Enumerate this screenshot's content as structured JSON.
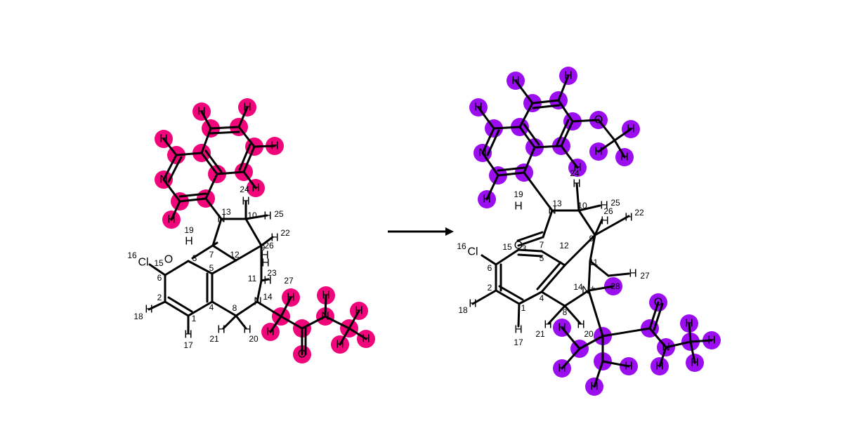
{
  "colors": {
    "reactant_highlight": "#f0067a",
    "product_highlight": "#9b0ef0",
    "bond": "#000000"
  },
  "reactant_text": [
    {
      "key": "N13",
      "text": "N"
    },
    {
      "key": "n13",
      "text": "13"
    },
    {
      "key": "N14",
      "text": "N"
    },
    {
      "key": "n14",
      "text": "14"
    },
    {
      "key": "O19",
      "text": "O"
    },
    {
      "key": "H19",
      "text": "H"
    },
    {
      "key": "n19",
      "text": "19"
    },
    {
      "key": "Cl",
      "text": "Cl"
    },
    {
      "key": "n16",
      "text": "16"
    },
    {
      "key": "n15",
      "text": "15"
    },
    {
      "key": "n3",
      "text": "3"
    },
    {
      "key": "n7",
      "text": "7"
    },
    {
      "key": "n12",
      "text": "12"
    },
    {
      "key": "n5",
      "text": "5"
    },
    {
      "key": "n6",
      "text": "6"
    },
    {
      "key": "n2",
      "text": "2"
    },
    {
      "key": "n4",
      "text": "4"
    },
    {
      "key": "n1",
      "text": "1"
    },
    {
      "key": "n8",
      "text": "8"
    },
    {
      "key": "n11",
      "text": "11"
    },
    {
      "key": "n9",
      "text": "9"
    },
    {
      "key": "n10",
      "text": "10"
    },
    {
      "key": "H10",
      "text": "H"
    },
    {
      "key": "H25",
      "text": "H"
    },
    {
      "key": "n25",
      "text": "25"
    },
    {
      "key": "H22",
      "text": "H"
    },
    {
      "key": "n22",
      "text": "22"
    },
    {
      "key": "n26",
      "text": "26"
    },
    {
      "key": "H26",
      "text": "H"
    },
    {
      "key": "H23",
      "text": "H"
    },
    {
      "key": "n23",
      "text": "23"
    },
    {
      "key": "H27",
      "text": "H"
    },
    {
      "key": "n27",
      "text": "27"
    },
    {
      "key": "H18",
      "text": "H"
    },
    {
      "key": "n18",
      "text": "18"
    },
    {
      "key": "H17",
      "text": "H"
    },
    {
      "key": "n17",
      "text": "17"
    },
    {
      "key": "H21",
      "text": "H"
    },
    {
      "key": "n21",
      "text": "21"
    },
    {
      "key": "H20",
      "text": "H"
    },
    {
      "key": "n20",
      "text": "20"
    },
    {
      "key": "n24",
      "text": "24"
    },
    {
      "key": "H24",
      "text": "H"
    },
    {
      "key": "hN",
      "text": "N"
    },
    {
      "key": "hH1",
      "text": "H"
    },
    {
      "key": "hH2",
      "text": "H"
    },
    {
      "key": "hH3",
      "text": "H"
    },
    {
      "key": "hH4",
      "text": "H"
    },
    {
      "key": "hH5",
      "text": "H"
    },
    {
      "key": "gH1",
      "text": "H"
    },
    {
      "key": "gH2",
      "text": "H"
    },
    {
      "key": "gO",
      "text": "O"
    },
    {
      "key": "gN",
      "text": "N"
    },
    {
      "key": "gH3",
      "text": "H"
    },
    {
      "key": "gH4",
      "text": "H"
    },
    {
      "key": "gH5",
      "text": "H"
    },
    {
      "key": "gH6",
      "text": "H"
    }
  ],
  "product_text": [
    {
      "key": "N13",
      "text": "N"
    },
    {
      "key": "n13",
      "text": "13"
    },
    {
      "key": "N14",
      "text": "N⁺"
    },
    {
      "key": "n14",
      "text": "14"
    },
    {
      "key": "O19",
      "text": "O"
    },
    {
      "key": "H19",
      "text": "H"
    },
    {
      "key": "n19",
      "text": "19"
    },
    {
      "key": "Cl",
      "text": "Cl"
    },
    {
      "key": "n16",
      "text": "16"
    },
    {
      "key": "n15",
      "text": "15"
    },
    {
      "key": "n3",
      "text": "3"
    },
    {
      "key": "n7",
      "text": "7"
    },
    {
      "key": "n12",
      "text": "12"
    },
    {
      "key": "n5",
      "text": "5"
    },
    {
      "key": "n6",
      "text": "6"
    },
    {
      "key": "n2",
      "text": "2"
    },
    {
      "key": "n4",
      "text": "4"
    },
    {
      "key": "n1",
      "text": "1"
    },
    {
      "key": "n8",
      "text": "8"
    },
    {
      "key": "n11",
      "text": "11"
    },
    {
      "key": "n9",
      "text": "9"
    },
    {
      "key": "n10",
      "text": "10"
    },
    {
      "key": "H10",
      "text": "H"
    },
    {
      "key": "n25",
      "text": "25"
    },
    {
      "key": "H26",
      "text": "H"
    },
    {
      "key": "n26",
      "text": "26"
    },
    {
      "key": "H22",
      "text": "H"
    },
    {
      "key": "n22",
      "text": "22"
    },
    {
      "key": "H9",
      "text": "H"
    },
    {
      "key": "H27",
      "text": "H"
    },
    {
      "key": "n27",
      "text": "27"
    },
    {
      "key": "n28",
      "text": "28"
    },
    {
      "key": "H18",
      "text": "H"
    },
    {
      "key": "n18",
      "text": "18"
    },
    {
      "key": "H17",
      "text": "H"
    },
    {
      "key": "n17",
      "text": "17"
    },
    {
      "key": "H21",
      "text": "H"
    },
    {
      "key": "n21",
      "text": "21"
    },
    {
      "key": "H20",
      "text": "H"
    },
    {
      "key": "n20",
      "text": "20"
    },
    {
      "key": "H24",
      "text": "H"
    },
    {
      "key": "n24",
      "text": "24"
    },
    {
      "key": "hN",
      "text": "N"
    },
    {
      "key": "hO",
      "text": "O"
    },
    {
      "key": "hH1",
      "text": "H"
    },
    {
      "key": "hH2",
      "text": "H"
    },
    {
      "key": "hH3",
      "text": "H"
    },
    {
      "key": "hH4",
      "text": "H"
    },
    {
      "key": "hH5",
      "text": "H"
    },
    {
      "key": "hH6",
      "text": "H"
    },
    {
      "key": "hH7",
      "text": "H"
    },
    {
      "key": "hH8",
      "text": "H"
    },
    {
      "key": "gO",
      "text": "O"
    },
    {
      "key": "gN",
      "text": "N"
    },
    {
      "key": "gH1",
      "text": "H"
    },
    {
      "key": "gH2",
      "text": "H"
    },
    {
      "key": "gH3",
      "text": "H"
    },
    {
      "key": "gH4",
      "text": "H"
    },
    {
      "key": "gH5",
      "text": "H"
    },
    {
      "key": "gH6",
      "text": "H"
    },
    {
      "key": "gH7",
      "text": "H"
    },
    {
      "key": "gH8",
      "text": "H"
    }
  ]
}
